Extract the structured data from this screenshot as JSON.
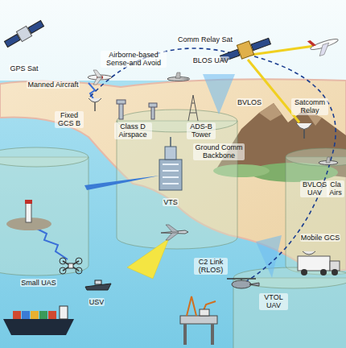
{
  "diagram": {
    "labels": [
      "GPS Sat",
      "Comm Relay Sat",
      "Airborne-based Sense-and Avoid",
      "BLOS UAV",
      "Manned Aircraft",
      "BVLOS",
      "Satcomm Relay",
      "Fixed GCS B",
      "Class D Airspace",
      "ADS-B Tower",
      "Ground Comm Backbone",
      "VTS",
      "BVLOS UAV",
      "Cla Airs",
      "Mobile GCS",
      "C2 Link (RLOS)",
      "Small UAS",
      "USV",
      "VTOL UAV"
    ]
  }
}
